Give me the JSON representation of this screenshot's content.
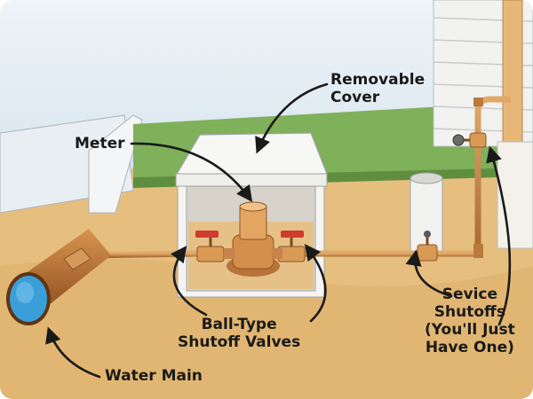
{
  "labels": {
    "removable_cover": [
      "Removable",
      "Cover"
    ],
    "meter": "Meter",
    "ball_valves": [
      "Ball-Type",
      "Shutoff Valves"
    ],
    "service_shutoffs": [
      "Sevice",
      "Shutoffs",
      "(You'll Just",
      "Have One)"
    ],
    "water_main": "Water Main"
  },
  "colors": {
    "sky": "#dde9f0",
    "grass": "#7fb05a",
    "soil": "#e6bf7e",
    "pipe": "#c98a4a",
    "water_main": "#3a9fd8",
    "ink": "#1a1a1a"
  }
}
